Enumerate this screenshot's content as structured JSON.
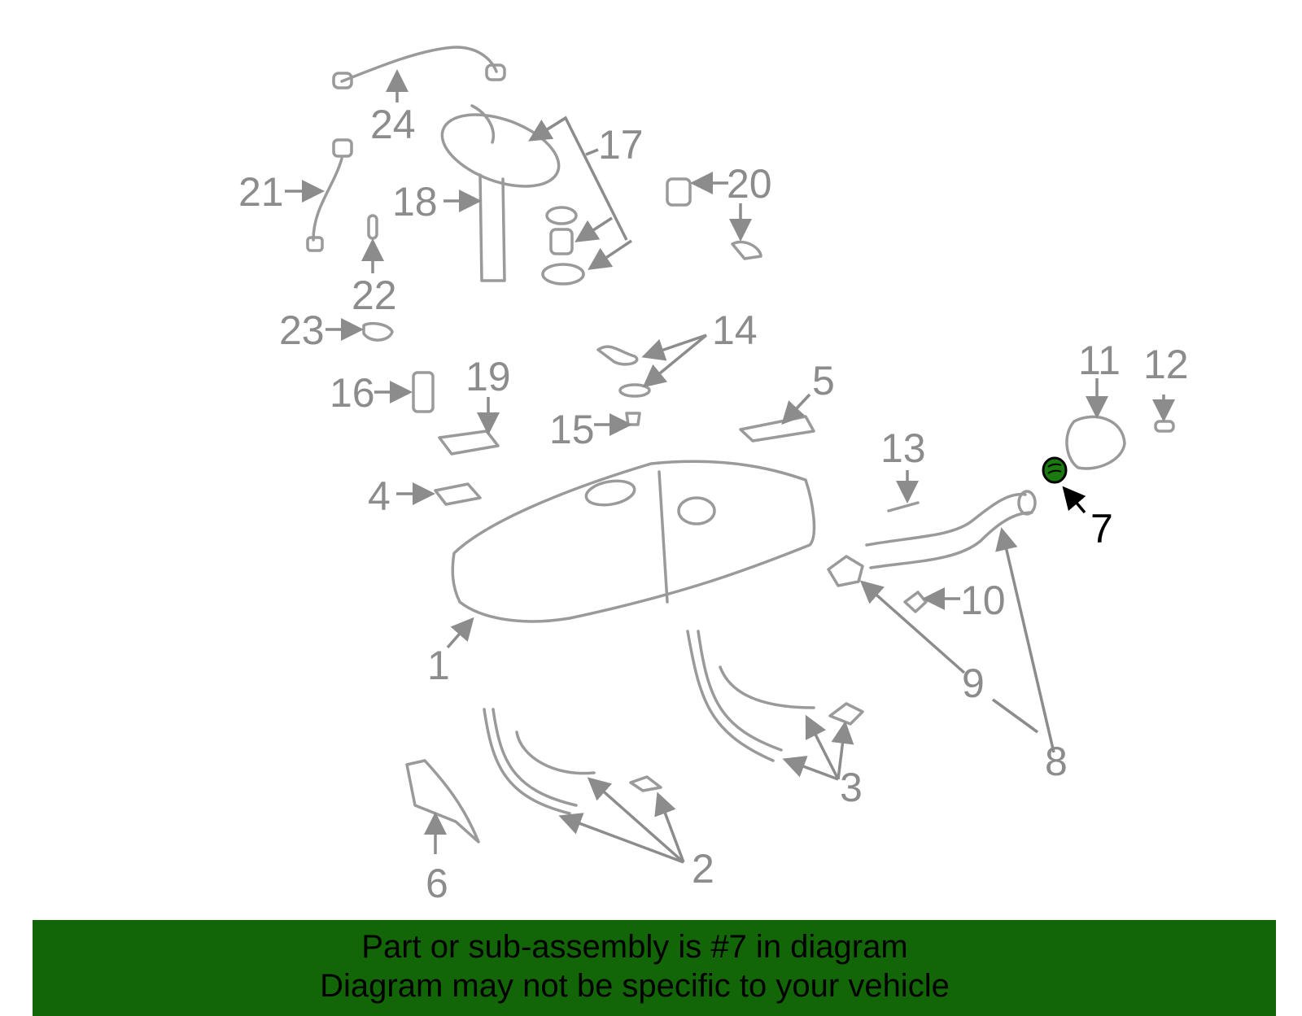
{
  "diagram": {
    "highlighted_part": "7",
    "highlight_color": "#1a7a10",
    "labels": [
      {
        "id": "1",
        "text": "1"
      },
      {
        "id": "2",
        "text": "2"
      },
      {
        "id": "3",
        "text": "3"
      },
      {
        "id": "4",
        "text": "4"
      },
      {
        "id": "5",
        "text": "5"
      },
      {
        "id": "6",
        "text": "6"
      },
      {
        "id": "7",
        "text": "7"
      },
      {
        "id": "8",
        "text": "8"
      },
      {
        "id": "9",
        "text": "9"
      },
      {
        "id": "10",
        "text": "10"
      },
      {
        "id": "11",
        "text": "11"
      },
      {
        "id": "12",
        "text": "12"
      },
      {
        "id": "13",
        "text": "13"
      },
      {
        "id": "14",
        "text": "14"
      },
      {
        "id": "15",
        "text": "15"
      },
      {
        "id": "16",
        "text": "16"
      },
      {
        "id": "17",
        "text": "17"
      },
      {
        "id": "18",
        "text": "18"
      },
      {
        "id": "19",
        "text": "19"
      },
      {
        "id": "20",
        "text": "20"
      },
      {
        "id": "21",
        "text": "21"
      },
      {
        "id": "22",
        "text": "22"
      },
      {
        "id": "23",
        "text": "23"
      },
      {
        "id": "24",
        "text": "24"
      }
    ]
  },
  "banner": {
    "line1": "Part or sub-assembly is #7 in diagram",
    "line2": "Diagram may not be specific to your vehicle",
    "color": "#136607"
  }
}
